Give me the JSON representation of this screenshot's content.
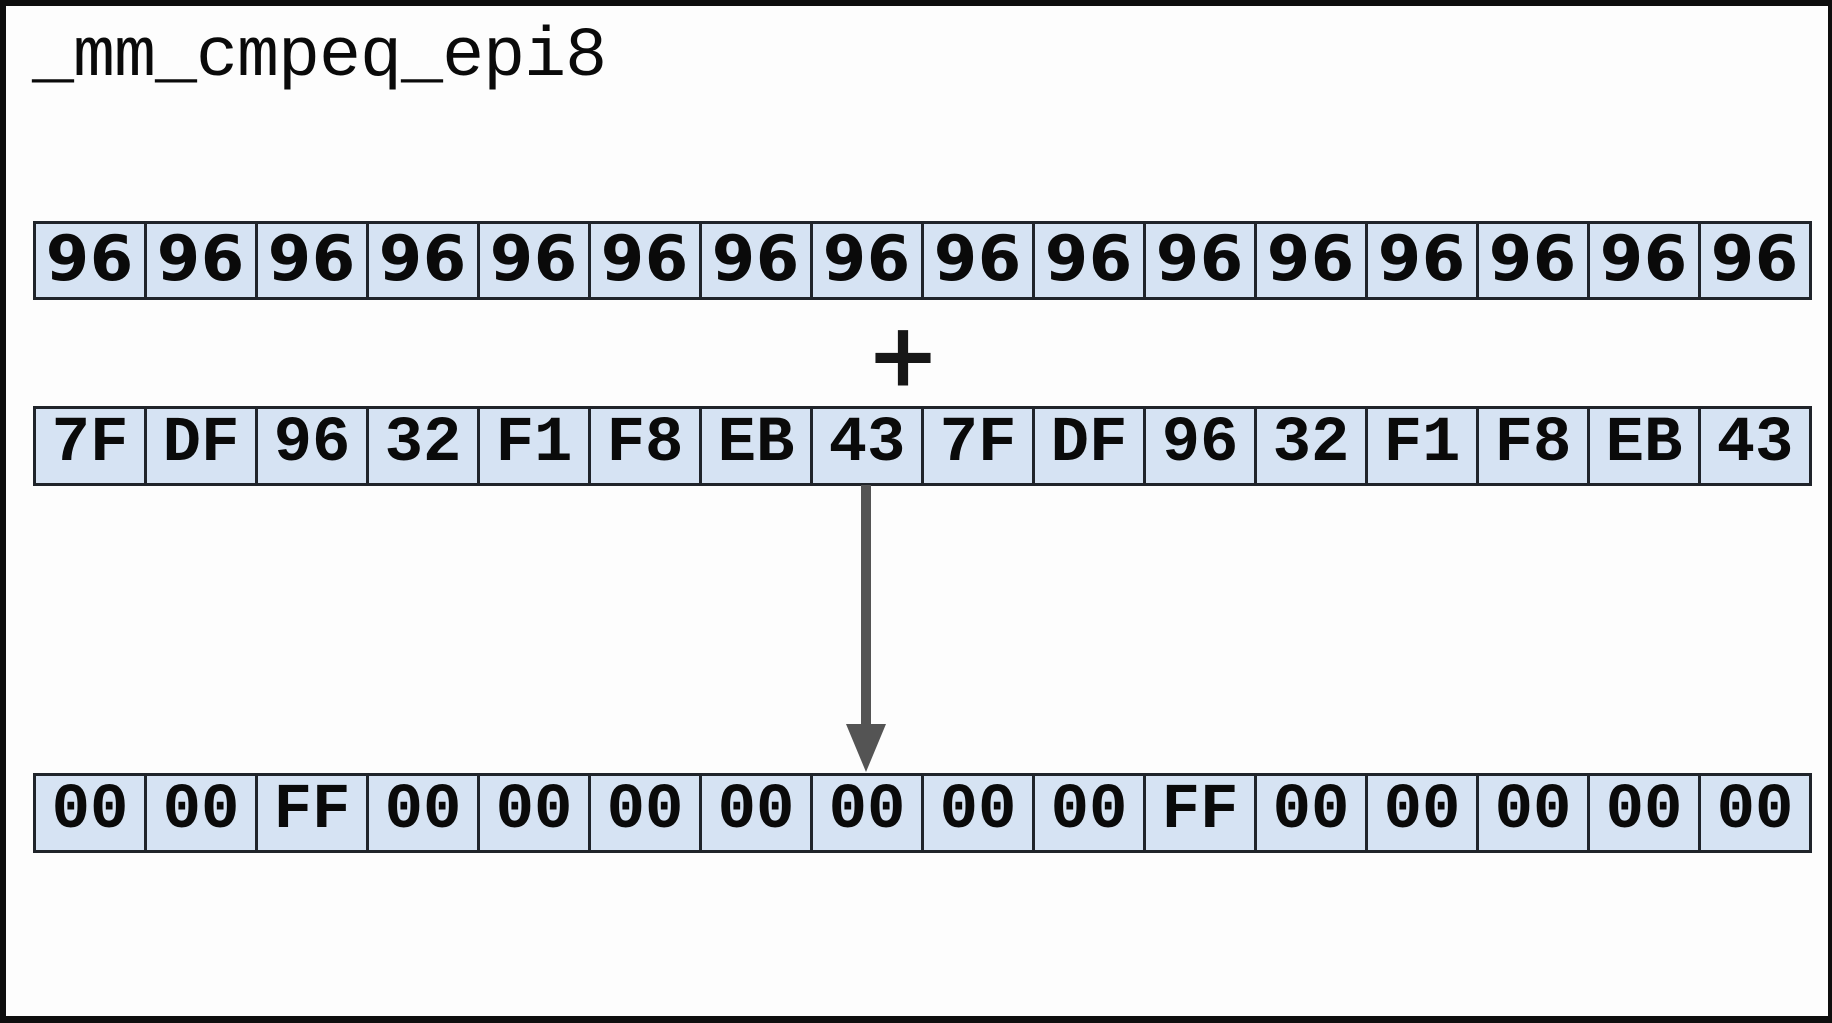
{
  "title": "_mm_cmpeq_epi8",
  "operator_plus": "+",
  "colors": {
    "cell_fill": "#d6e3f3",
    "cell_border": "#20242a",
    "arrow": "#545454",
    "frame": "#0e0e0e",
    "text": "#0a0a0a",
    "background": "#fdfdfd"
  },
  "rows": {
    "operand_a": [
      "96",
      "96",
      "96",
      "96",
      "96",
      "96",
      "96",
      "96",
      "96",
      "96",
      "96",
      "96",
      "96",
      "96",
      "96",
      "96"
    ],
    "operand_b": [
      "7F",
      "DF",
      "96",
      "32",
      "F1",
      "F8",
      "EB",
      "43",
      "7F",
      "DF",
      "96",
      "32",
      "F1",
      "F8",
      "EB",
      "43"
    ],
    "result": [
      "00",
      "00",
      "FF",
      "00",
      "00",
      "00",
      "00",
      "00",
      "00",
      "00",
      "FF",
      "00",
      "00",
      "00",
      "00",
      "00"
    ]
  },
  "icons": {
    "down_arrow": "down-arrow-icon"
  }
}
